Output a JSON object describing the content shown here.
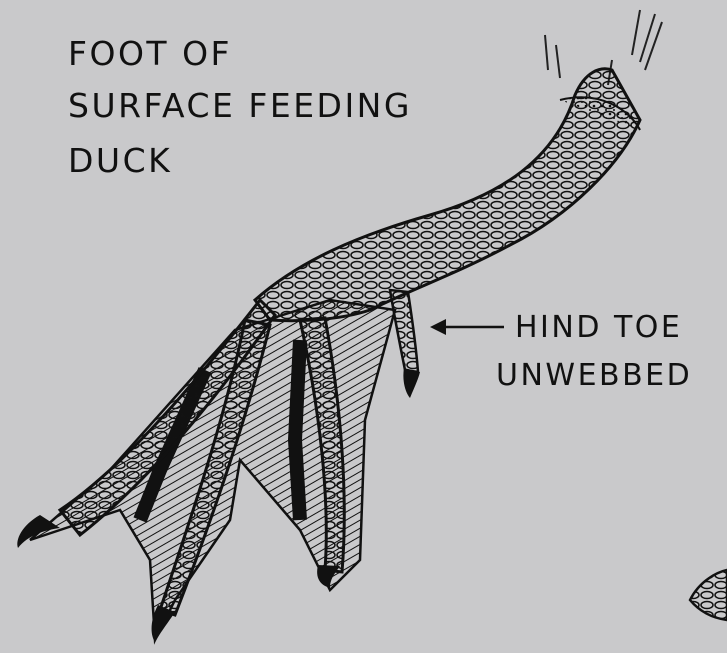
{
  "title": {
    "line1": "FOOT  OF",
    "line2": "SURFACE  FEEDING",
    "line3": "DUCK"
  },
  "callout": {
    "line1": "HIND  TOE",
    "line2": "UNWEBBED"
  },
  "colors": {
    "background": "#c9c9cb",
    "ink": "#111111",
    "web_fill": "#8f8f92"
  }
}
